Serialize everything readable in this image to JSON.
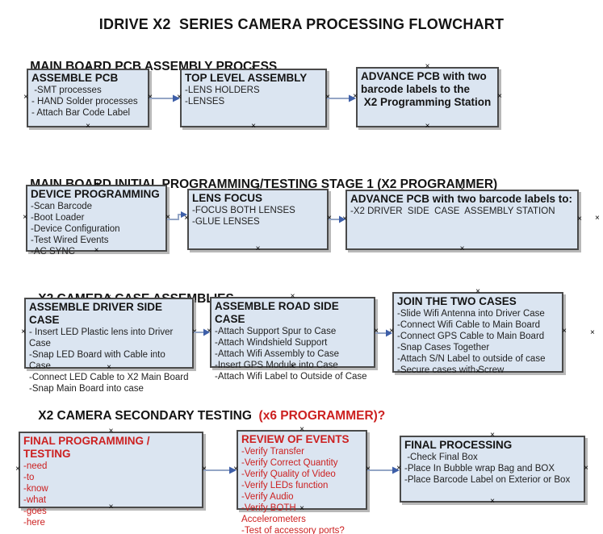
{
  "title": "IDRIVE X2  SERIES CAMERA PROCESSING FLOWCHART",
  "colors": {
    "box_fill": "#dbe5f1",
    "box_border": "#4a4a4a",
    "red_text": "#cc2020",
    "black_text": "#141414",
    "arrow_line": "#94a6c6",
    "arrow_head": "#3e5fa8"
  },
  "sections": [
    {
      "heading": "MAIN BOARD PCB ASSEMBLY PROCESS",
      "boxes": [
        {
          "title": "ASSEMBLE PCB",
          "items": [
            " -SMT processes",
            "- HAND Solder processes",
            "- Attach Bar Code Label"
          ]
        },
        {
          "title": "TOP LEVEL ASSEMBLY",
          "items": [
            "-LENS HOLDERS",
            "-LENSES"
          ]
        },
        {
          "title": "ADVANCE PCB with two\nbarcode labels to the\n X2 Programming Station",
          "items": []
        }
      ]
    },
    {
      "heading": "MAIN BOARD INITIAL PROGRAMMING/TESTING STAGE 1 (X2 PROGRAMMER)",
      "boxes": [
        {
          "title": "DEVICE PROGRAMMING",
          "items": [
            "-Scan Barcode",
            "-Boot Loader",
            "-Device Configuration",
            "-Test Wired Events",
            "-AC SYNC"
          ]
        },
        {
          "title": "LENS FOCUS",
          "items": [
            "-FOCUS BOTH LENSES",
            "-GLUE LENSES"
          ]
        },
        {
          "title": "ADVANCE PCB with two barcode labels to:",
          "items": [
            "-X2 DRIVER  SIDE  CASE  ASSEMBLY STATION"
          ]
        }
      ]
    },
    {
      "heading": "X2 CAMERA CASE ASSEMBLIES",
      "boxes": [
        {
          "title": "ASSEMBLE DRIVER SIDE CASE",
          "items": [
            "- Insert LED Plastic lens into Driver Case",
            "-Snap LED Board with Cable into Case",
            "-Connect LED Cable to X2 Main Board",
            "-Snap Main Board into case"
          ]
        },
        {
          "title": "ASSEMBLE ROAD SIDE CASE",
          "items": [
            "-Attach Support Spur to Case",
            "-Attach Windshield Support",
            "-Attach Wifi Assembly to Case",
            "-Insert GPS Module into Case",
            "-Attach Wifi Label to Outside of Case"
          ]
        },
        {
          "title": "JOIN THE TWO CASES",
          "items": [
            "-Slide Wifi Antenna into Driver Case",
            "-Connect Wifi Cable to Main Board",
            "-Connect GPS Cable to Main Board",
            "-Snap Cases Together",
            "-Attach S/N Label to outside of case",
            "-Secure cases with Screw"
          ]
        }
      ]
    },
    {
      "heading": "X2 CAMERA SECONDARY TESTING ",
      "heading_red": " (x6 PROGRAMMER)?",
      "boxes": [
        {
          "title": "FINAL PROGRAMMING / TESTING",
          "items": [
            "-need",
            "-to",
            "-know",
            "-what",
            "-goes",
            "-here"
          ]
        },
        {
          "title": "REVIEW OF EVENTS",
          "items": [
            "-Verify Transfer",
            "-Verify Correct Quantity",
            "-Verify Quality of Video",
            "-Verify LEDs function",
            "-Verify Audio",
            "-Verify BOTH Accelerometers",
            "-Test of accessory ports?"
          ]
        },
        {
          "title": "FINAL PROCESSING",
          "items": [
            " -Check Final Box",
            "-Place In Bubble wrap Bag and BOX",
            "-Place Barcode Label on Exterior or Box"
          ]
        }
      ]
    }
  ]
}
